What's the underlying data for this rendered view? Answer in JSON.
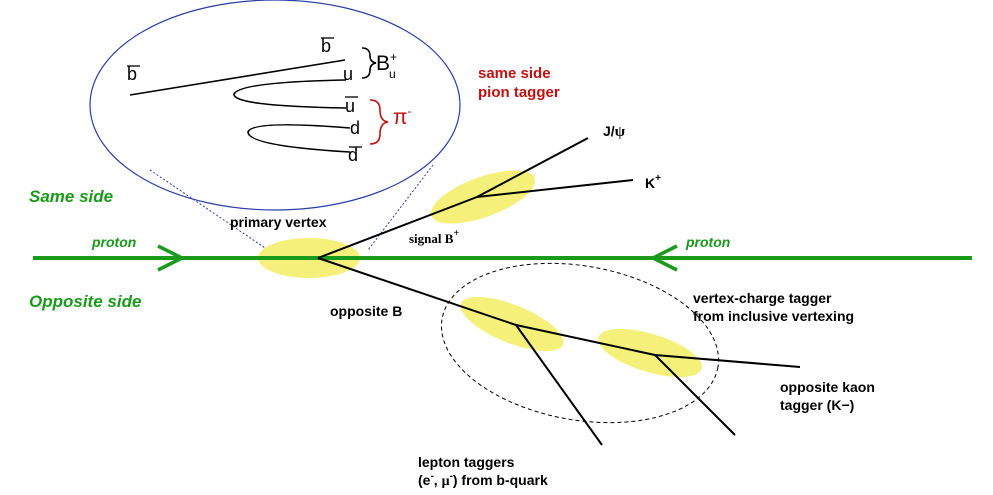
{
  "colors": {
    "beam": "#1a9a1a",
    "side_label": "#1a9a1a",
    "vertex_fill": "#f5f07a",
    "magnifier": "#2a3fa8",
    "pion_tagger": "#c01010",
    "track": "#000000"
  },
  "labels": {
    "same_side": "Same side",
    "opposite_side": "Opposite side",
    "proton_left": "proton",
    "proton_right": "proton",
    "primary_vertex": "primary vertex",
    "signal_b": "signal B",
    "signal_b_sup": "+",
    "jpsi_j": "J/",
    "jpsi_psi": "ψ",
    "kaon": "K",
    "kaon_sup": "+",
    "opposite_b": "opposite B",
    "vertex_charge_line1": "vertex-charge tagger",
    "vertex_charge_line2": "from inclusive vertexing",
    "opposite_kaon_line1": "opposite kaon",
    "opposite_kaon_line2": "tagger (K−)",
    "lepton_line1": "lepton taggers",
    "lepton_line2_a": "(e",
    "lepton_line2_sup1": "-",
    "lepton_line2_b": ", ",
    "lepton_line2_mu": "μ",
    "lepton_line2_sup2": "-",
    "lepton_line2_c": ") from b-quark",
    "same_side_pion_line1": "same side",
    "same_side_pion_line2": "pion tagger"
  },
  "inset": {
    "b_left": "b",
    "b_top": "b",
    "u_1": "u",
    "u_bar": "u",
    "d": "d",
    "d_bar": "d",
    "bu_B": "B",
    "bu_sup": "+",
    "bu_sub": "u",
    "pi": "π",
    "pi_sup": "-"
  }
}
